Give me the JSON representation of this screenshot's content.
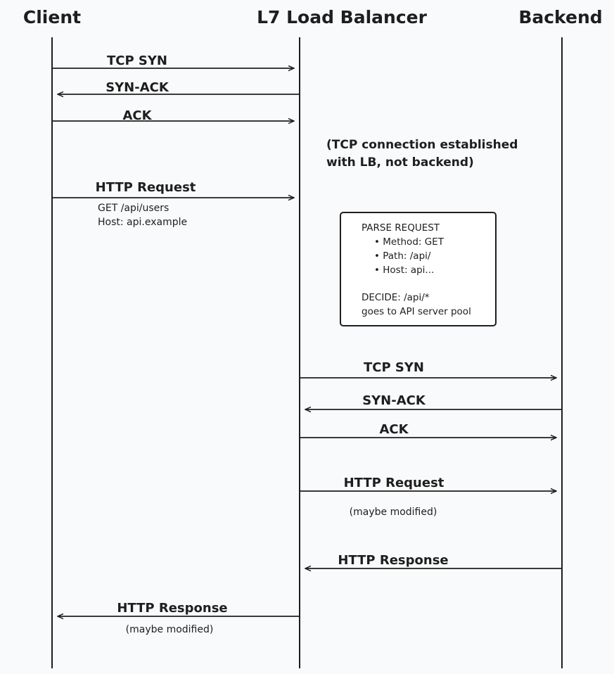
{
  "participants": {
    "client": "Client",
    "lb": "L7 Load Balancer",
    "backend": "Backend"
  },
  "messages": [
    {
      "from": "client",
      "to": "lb",
      "label": "TCP SYN"
    },
    {
      "from": "lb",
      "to": "client",
      "label": "SYN-ACK"
    },
    {
      "from": "client",
      "to": "lb",
      "label": "ACK"
    },
    {
      "from": "client",
      "to": "lb",
      "label": "HTTP Request"
    },
    {
      "from": "lb",
      "to": "backend",
      "label": "TCP SYN"
    },
    {
      "from": "backend",
      "to": "lb",
      "label": "SYN-ACK"
    },
    {
      "from": "lb",
      "to": "backend",
      "label": "ACK"
    },
    {
      "from": "lb",
      "to": "backend",
      "label": "HTTP Request"
    },
    {
      "from": "backend",
      "to": "lb",
      "label": "HTTP Response"
    },
    {
      "from": "lb",
      "to": "client",
      "label": "HTTP Response"
    }
  ],
  "notes": {
    "tcp_established_line1": "(TCP connection established",
    "tcp_established_line2": "with LB, not backend)",
    "request_detail_line1": "GET /api/users",
    "request_detail_line2": "Host: api.example",
    "backend_request_note": "(maybe modified)",
    "client_response_note": "(maybe modified)"
  },
  "parse_box": {
    "title": "PARSE REQUEST",
    "items": [
      "• Method: GET",
      "• Path: /api/",
      "• Host: api..."
    ],
    "decide_line1": "DECIDE: /api/*",
    "decide_line2": "goes to API server pool"
  }
}
